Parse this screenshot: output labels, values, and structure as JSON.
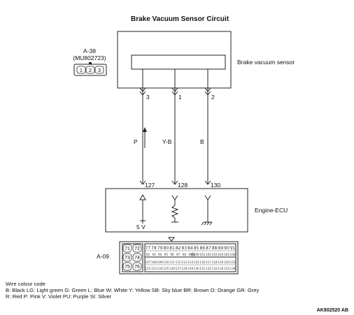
{
  "title": "Brake Vacuum Sensor Circuit",
  "sensor_connector": {
    "id": "A-38",
    "part": "(MU802723)",
    "pins": [
      "1",
      "2",
      "3"
    ]
  },
  "sensor_label": "Brake vacuum sensor",
  "sensor_pins": [
    {
      "pin": "3",
      "wire": "P",
      "ecu_pin": "127"
    },
    {
      "pin": "1",
      "wire": "Y-B",
      "ecu_pin": "128"
    },
    {
      "pin": "2",
      "wire": "B",
      "ecu_pin": "130"
    }
  ],
  "ecu_label": "Engine-ECU",
  "voltage_label": "5 V",
  "ecu_connector": {
    "id": "A-09",
    "left_block": [
      [
        "71",
        "72"
      ],
      [
        "73",
        "74"
      ],
      [
        "75",
        "76"
      ]
    ],
    "mid_label": "R",
    "row1": [
      "77",
      "78",
      "79",
      "80",
      "81",
      "82",
      "83",
      "84",
      "85",
      "86",
      "87",
      "88",
      "89",
      "90",
      "91"
    ],
    "row2": [
      "92",
      "93",
      "94",
      "95",
      "96",
      "97",
      "98",
      "99",
      "100",
      "101",
      "102",
      "103",
      "104",
      "105",
      "106"
    ],
    "row3": [
      "107",
      "108",
      "109",
      "110",
      "111",
      "112",
      "113",
      "114",
      "115",
      "116",
      "117",
      "118",
      "119",
      "120",
      "121"
    ],
    "row4": [
      "122",
      "123",
      "124",
      "125",
      "126",
      "127",
      "128",
      "129",
      "130",
      "131",
      "132",
      "133",
      "134",
      "135",
      "136"
    ]
  },
  "legend": {
    "heading": "Wire colour code",
    "line1": "B: Black  LG: Light green  G: Green  L: Blue  W: White  Y: Yellow  SB: Sky blue  BR: Brown  O: Orange  GR: Grey",
    "line2": "R: Red  P: Pink  V: Violet  PU: Purple SI: Silver"
  },
  "footer_code": "AK802520 AB"
}
